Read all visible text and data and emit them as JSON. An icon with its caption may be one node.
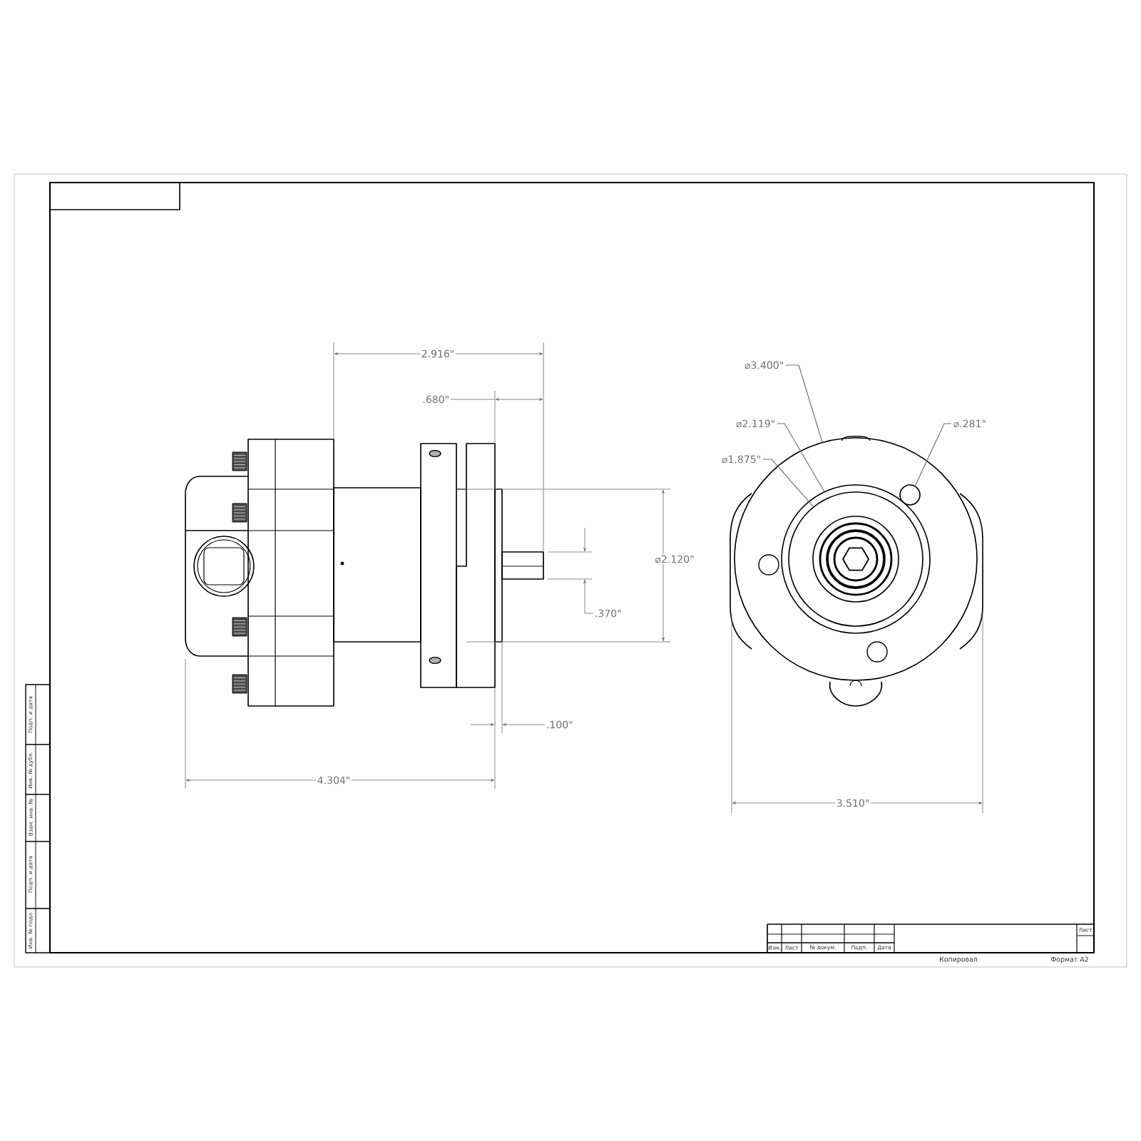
{
  "diagram": {
    "nodes": [
      {
        "text": [
          "⌀3.400\""
        ]
      },
      {
        "text": [
          "⌀2.119\""
        ]
      },
      {
        "text": [
          "⌀1.875\""
        ]
      },
      {
        "text": [
          "⌀.281\""
        ]
      },
      {
        "text": [],
        "shape": "circle"
      },
      {
        "text": [],
        "shape": "circle",
        "in": 4
      },
      {
        "text": [],
        "shape": "circle",
        "in": 5
      },
      {
        "text": [],
        "shape": "circle",
        "in": 4
      }
    ],
    "edges": [
      {
        "from": 0,
        "to": 4,
        "arrow": "none"
      },
      {
        "from": 1,
        "to": 5,
        "arrow": "none"
      },
      {
        "from": 2,
        "to": 6,
        "arrow": "none"
      },
      {
        "from": 3,
        "to": 7,
        "arrow": "none"
      }
    ],
    "labels": [
      "2.916\"",
      ".680\"",
      "⌀2.120\"",
      ".370\"",
      ".100\"",
      "4.304\"",
      "3.510\"",
      "Подп. и дата",
      "Инв. № дубл.",
      "Взам. инв. №",
      "Подп. и дата",
      "Инв. № подл.",
      "Лист",
      "Изм.",
      "Лист",
      "№ докум.",
      "Подп.",
      "Дата",
      "Копировал",
      "Формат А2"
    ]
  }
}
